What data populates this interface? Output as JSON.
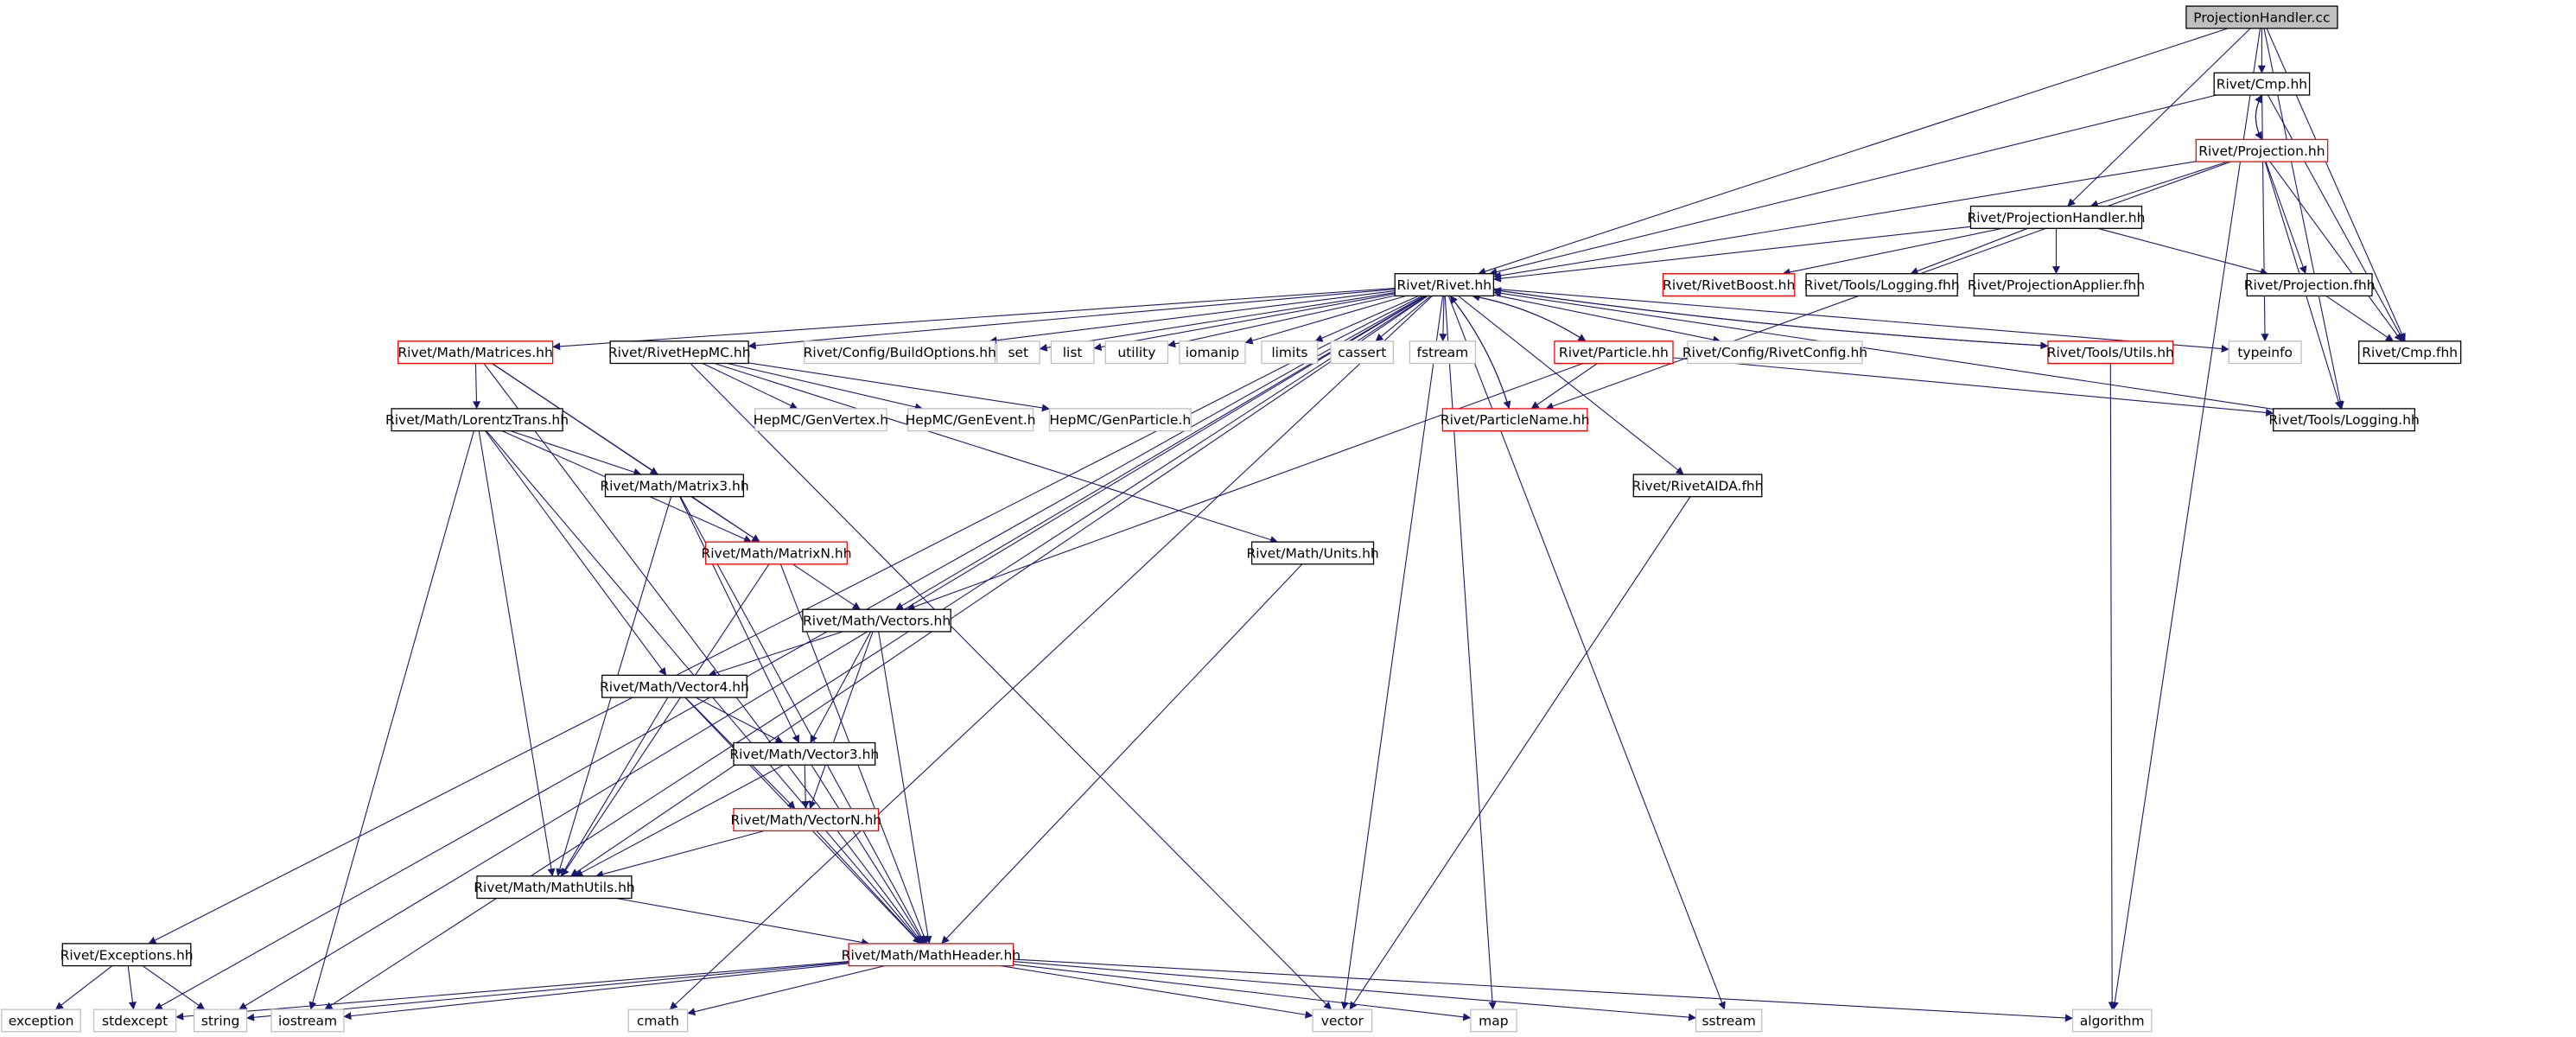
{
  "colors": {
    "edge": "#191970",
    "border_normal": "#000000",
    "border_truncated": "#ff0000",
    "border_external": "#bfbfbf",
    "fill_root": "#bfbfbf",
    "fill_default": "#ffffff"
  },
  "nodes": [
    {
      "id": "root",
      "label": "ProjectionHandler.cc",
      "kind": "root"
    },
    {
      "id": "cmp",
      "label": "Rivet/Cmp.hh",
      "kind": "normal"
    },
    {
      "id": "proj",
      "label": "Rivet/Projection.hh",
      "kind": "truncated"
    },
    {
      "id": "projhandler",
      "label": "Rivet/ProjectionHandler.hh",
      "kind": "normal"
    },
    {
      "id": "rivet",
      "label": "Rivet/Rivet.hh",
      "kind": "normal"
    },
    {
      "id": "rivetboost",
      "label": "Rivet/RivetBoost.hh",
      "kind": "truncated"
    },
    {
      "id": "toolslogfhh",
      "label": "Rivet/Tools/Logging.fhh",
      "kind": "normal"
    },
    {
      "id": "projapplier",
      "label": "Rivet/ProjectionApplier.fhh",
      "kind": "normal"
    },
    {
      "id": "projfhh",
      "label": "Rivet/Projection.fhh",
      "kind": "normal"
    },
    {
      "id": "cmpfhh",
      "label": "Rivet/Cmp.fhh",
      "kind": "normal"
    },
    {
      "id": "matrices",
      "label": "Rivet/Math/Matrices.hh",
      "kind": "truncated"
    },
    {
      "id": "rivethepmc",
      "label": "Rivet/RivetHepMC.hh",
      "kind": "normal"
    },
    {
      "id": "buildopts",
      "label": "Rivet/Config/BuildOptions.hh",
      "kind": "external"
    },
    {
      "id": "set",
      "label": "set",
      "kind": "external"
    },
    {
      "id": "list",
      "label": "list",
      "kind": "external"
    },
    {
      "id": "utility",
      "label": "utility",
      "kind": "external"
    },
    {
      "id": "iomanip",
      "label": "iomanip",
      "kind": "external"
    },
    {
      "id": "limits",
      "label": "limits",
      "kind": "external"
    },
    {
      "id": "cassert",
      "label": "cassert",
      "kind": "external"
    },
    {
      "id": "fstream",
      "label": "fstream",
      "kind": "external"
    },
    {
      "id": "particle",
      "label": "Rivet/Particle.hh",
      "kind": "truncated"
    },
    {
      "id": "rivetconfig",
      "label": "Rivet/Config/RivetConfig.hh",
      "kind": "external"
    },
    {
      "id": "toolsutils",
      "label": "Rivet/Tools/Utils.hh",
      "kind": "truncated"
    },
    {
      "id": "typeinfo",
      "label": "typeinfo",
      "kind": "external"
    },
    {
      "id": "genvertex",
      "label": "HepMC/GenVertex.h",
      "kind": "external"
    },
    {
      "id": "genevent",
      "label": "HepMC/GenEvent.h",
      "kind": "external"
    },
    {
      "id": "genparticle",
      "label": "HepMC/GenParticle.h",
      "kind": "external"
    },
    {
      "id": "particlename",
      "label": "Rivet/ParticleName.hh",
      "kind": "truncated"
    },
    {
      "id": "toolslogging",
      "label": "Rivet/Tools/Logging.hh",
      "kind": "normal"
    },
    {
      "id": "lorentz",
      "label": "Rivet/Math/LorentzTrans.hh",
      "kind": "normal"
    },
    {
      "id": "matrix3",
      "label": "Rivet/Math/Matrix3.hh",
      "kind": "normal"
    },
    {
      "id": "rivetaida",
      "label": "Rivet/RivetAIDA.fhh",
      "kind": "normal"
    },
    {
      "id": "matrixn",
      "label": "Rivet/Math/MatrixN.hh",
      "kind": "truncated"
    },
    {
      "id": "units",
      "label": "Rivet/Math/Units.hh",
      "kind": "normal"
    },
    {
      "id": "vectors",
      "label": "Rivet/Math/Vectors.hh",
      "kind": "normal"
    },
    {
      "id": "vector4",
      "label": "Rivet/Math/Vector4.hh",
      "kind": "normal"
    },
    {
      "id": "vector3",
      "label": "Rivet/Math/Vector3.hh",
      "kind": "normal"
    },
    {
      "id": "vectorn",
      "label": "Rivet/Math/VectorN.hh",
      "kind": "truncated"
    },
    {
      "id": "mathutils",
      "label": "Rivet/Math/MathUtils.hh",
      "kind": "normal"
    },
    {
      "id": "exceptions",
      "label": "Rivet/Exceptions.hh",
      "kind": "normal"
    },
    {
      "id": "mathheader",
      "label": "Rivet/Math/MathHeader.hh",
      "kind": "truncated"
    },
    {
      "id": "exception",
      "label": "exception",
      "kind": "external"
    },
    {
      "id": "stdexcept",
      "label": "stdexcept",
      "kind": "external"
    },
    {
      "id": "string",
      "label": "string",
      "kind": "external"
    },
    {
      "id": "iostream",
      "label": "iostream",
      "kind": "external"
    },
    {
      "id": "cmath",
      "label": "cmath",
      "kind": "external"
    },
    {
      "id": "vector",
      "label": "vector",
      "kind": "external"
    },
    {
      "id": "map",
      "label": "map",
      "kind": "external"
    },
    {
      "id": "sstream",
      "label": "sstream",
      "kind": "external"
    },
    {
      "id": "algorithm",
      "label": "algorithm",
      "kind": "external"
    }
  ],
  "edges": [
    [
      "root",
      "cmp"
    ],
    [
      "root",
      "projhandler"
    ],
    [
      "root",
      "rivet"
    ],
    [
      "root",
      "toolslogging"
    ],
    [
      "root",
      "algorithm"
    ],
    [
      "root",
      "cmpfhh"
    ],
    [
      "cmp",
      "proj"
    ],
    [
      "cmp",
      "cmpfhh"
    ],
    [
      "cmp",
      "rivet"
    ],
    [
      "cmp",
      "typeinfo"
    ],
    [
      "proj",
      "cmp"
    ],
    [
      "proj",
      "projhandler"
    ],
    [
      "proj",
      "rivet"
    ],
    [
      "proj",
      "projfhh"
    ],
    [
      "proj",
      "cmpfhh"
    ],
    [
      "proj",
      "toolslogging"
    ],
    [
      "proj",
      "particlename"
    ],
    [
      "projhandler",
      "rivet"
    ],
    [
      "projhandler",
      "rivetboost"
    ],
    [
      "projhandler",
      "toolslogfhh"
    ],
    [
      "projhandler",
      "projapplier"
    ],
    [
      "projhandler",
      "projfhh"
    ],
    [
      "projfhh",
      "cmpfhh"
    ],
    [
      "rivet",
      "matrices"
    ],
    [
      "rivet",
      "rivethepmc"
    ],
    [
      "rivet",
      "buildopts"
    ],
    [
      "rivet",
      "set"
    ],
    [
      "rivet",
      "list"
    ],
    [
      "rivet",
      "utility"
    ],
    [
      "rivet",
      "iomanip"
    ],
    [
      "rivet",
      "limits"
    ],
    [
      "rivet",
      "cassert"
    ],
    [
      "rivet",
      "fstream"
    ],
    [
      "rivet",
      "particle"
    ],
    [
      "rivet",
      "rivetconfig"
    ],
    [
      "rivet",
      "toolsutils"
    ],
    [
      "rivet",
      "typeinfo"
    ],
    [
      "rivet",
      "particlename"
    ],
    [
      "rivet",
      "rivetaida"
    ],
    [
      "rivet",
      "vectors"
    ],
    [
      "rivet",
      "mathutils"
    ],
    [
      "rivet",
      "exceptions"
    ],
    [
      "rivet",
      "stdexcept"
    ],
    [
      "rivet",
      "string"
    ],
    [
      "rivet",
      "iostream"
    ],
    [
      "rivet",
      "cmath"
    ],
    [
      "rivet",
      "vector"
    ],
    [
      "rivet",
      "map"
    ],
    [
      "rivet",
      "sstream"
    ],
    [
      "particle",
      "rivet"
    ],
    [
      "particle",
      "particlename"
    ],
    [
      "particle",
      "vectors"
    ],
    [
      "particle",
      "toolslogging"
    ],
    [
      "particlename",
      "rivet"
    ],
    [
      "toolsutils",
      "rivet"
    ],
    [
      "toolsutils",
      "algorithm"
    ],
    [
      "toolslogging",
      "rivet"
    ],
    [
      "rivethepmc",
      "genvertex"
    ],
    [
      "rivethepmc",
      "genevent"
    ],
    [
      "rivethepmc",
      "genparticle"
    ],
    [
      "rivethepmc",
      "vector"
    ],
    [
      "rivethepmc",
      "units"
    ],
    [
      "matrices",
      "lorentz"
    ],
    [
      "matrices",
      "matrix3"
    ],
    [
      "matrices",
      "matrixn"
    ],
    [
      "matrices",
      "mathheader"
    ],
    [
      "lorentz",
      "matrix3"
    ],
    [
      "lorentz",
      "matrixn"
    ],
    [
      "lorentz",
      "vector4"
    ],
    [
      "lorentz",
      "mathutils"
    ],
    [
      "lorentz",
      "iostream"
    ],
    [
      "lorentz",
      "mathheader"
    ],
    [
      "matrix3",
      "matrixn"
    ],
    [
      "matrix3",
      "vector3"
    ],
    [
      "matrix3",
      "mathutils"
    ],
    [
      "matrix3",
      "mathheader"
    ],
    [
      "matrixn",
      "vectors"
    ],
    [
      "matrixn",
      "mathutils"
    ],
    [
      "matrixn",
      "mathheader"
    ],
    [
      "units",
      "mathheader"
    ],
    [
      "rivetaida",
      "vector"
    ],
    [
      "vectors",
      "vector4"
    ],
    [
      "vectors",
      "vector3"
    ],
    [
      "vectors",
      "vectorn"
    ],
    [
      "vectors",
      "mathheader"
    ],
    [
      "vector4",
      "vector3"
    ],
    [
      "vector4",
      "vectorn"
    ],
    [
      "vector4",
      "mathutils"
    ],
    [
      "vector4",
      "mathheader"
    ],
    [
      "vector3",
      "vectorn"
    ],
    [
      "vector3",
      "mathutils"
    ],
    [
      "vector3",
      "mathheader"
    ],
    [
      "vectorn",
      "mathutils"
    ],
    [
      "vectorn",
      "mathheader"
    ],
    [
      "mathutils",
      "mathheader"
    ],
    [
      "exceptions",
      "exception"
    ],
    [
      "exceptions",
      "stdexcept"
    ],
    [
      "exceptions",
      "string"
    ],
    [
      "mathheader",
      "stdexcept"
    ],
    [
      "mathheader",
      "string"
    ],
    [
      "mathheader",
      "iostream"
    ],
    [
      "mathheader",
      "cmath"
    ],
    [
      "mathheader",
      "vector"
    ],
    [
      "mathheader",
      "map"
    ],
    [
      "mathheader",
      "sstream"
    ],
    [
      "mathheader",
      "algorithm"
    ]
  ]
}
